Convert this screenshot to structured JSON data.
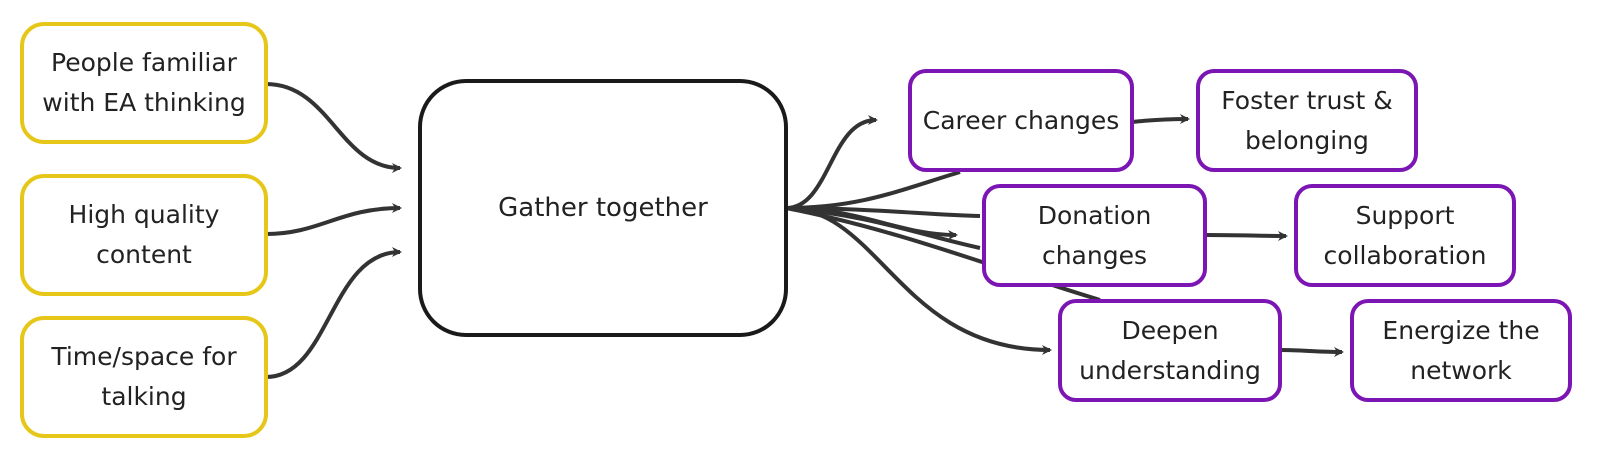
{
  "diagram": {
    "inputs": [
      {
        "id": "in1",
        "label": "People familiar\nwith EA thinking"
      },
      {
        "id": "in2",
        "label": "High quality\ncontent"
      },
      {
        "id": "in3",
        "label": "Time/space for\ntalking"
      }
    ],
    "center": {
      "id": "center",
      "label": "Gather together"
    },
    "outcomes": [
      {
        "id": "o1",
        "label": "Career changes"
      },
      {
        "id": "o2",
        "label": "Donation\nchanges"
      },
      {
        "id": "o3",
        "label": "Deepen\nunderstanding"
      }
    ],
    "impacts": [
      {
        "id": "i1",
        "label": "Foster trust &\nbelonging"
      },
      {
        "id": "i2",
        "label": "Support\ncollaboration"
      },
      {
        "id": "i3",
        "label": "Energize the\nnetwork"
      }
    ],
    "colors": {
      "input_border": "#e6c619",
      "outcome_border": "#7b16b4",
      "center_border": "#1a1a1a",
      "edge": "#333333"
    }
  }
}
